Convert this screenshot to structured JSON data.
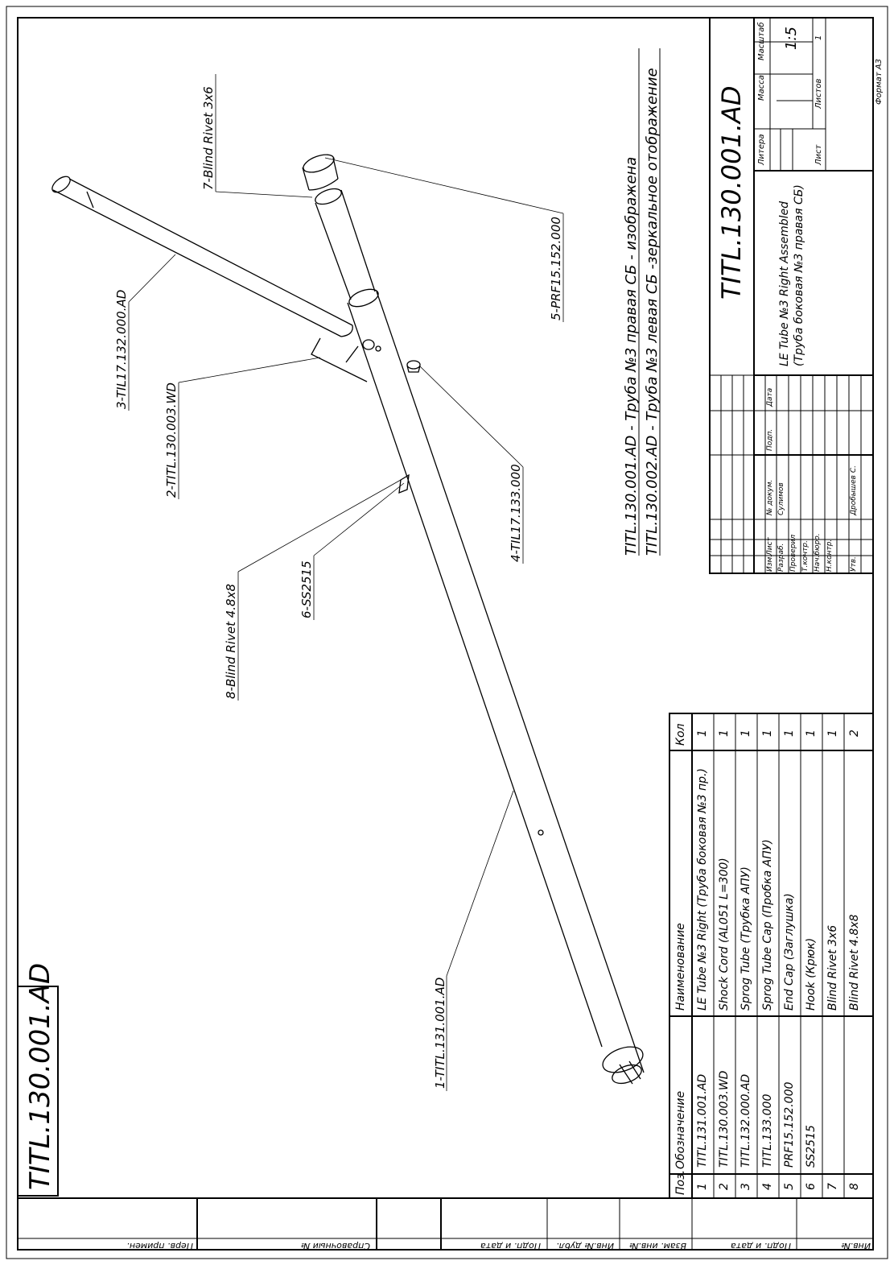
{
  "drawing": {
    "big_stamp": "TITL.130.001.AD",
    "designation": "TITL.130.001.AD",
    "name_line1": "LE Tube №3 Right Assembled",
    "name_line2": "(Труба боковая №3 правая СБ)",
    "note_line1": "TITL.130.001.AD - Труба №3 правая СБ - изображена",
    "note_line2": "TITL.130.002.AD - Труба №3 левая СБ -зеркальное отображение",
    "scale": "1:5",
    "sheet": "1",
    "format": "Формат А3"
  },
  "callouts": [
    {
      "id": "c1",
      "label": "1-TITL.131.001.AD"
    },
    {
      "id": "c2",
      "label": "2-TITL.130.003.WD"
    },
    {
      "id": "c3",
      "label": "3-TIL17.132.000.AD"
    },
    {
      "id": "c4",
      "label": "4-TIL17.133.000"
    },
    {
      "id": "c5",
      "label": "5-PRF15.152.000"
    },
    {
      "id": "c6",
      "label": "6-SS2515"
    },
    {
      "id": "c7",
      "label": "7-Blind Rivet 3x6"
    },
    {
      "id": "c8",
      "label": "8-Blind Rivet 4.8x8"
    }
  ],
  "bom": {
    "headers": {
      "pos": "Поз.",
      "designation": "Обозначение",
      "name": "Наименование",
      "qty": "Кол"
    },
    "rows": [
      {
        "pos": "1",
        "designation": "TITL.131.001.AD",
        "name": "LE Tube №3 Right (Труба боковая №3 пр.)",
        "qty": "1"
      },
      {
        "pos": "2",
        "designation": "TITL.130.003.WD",
        "name": "Shock Cord (AL051 L=300)",
        "qty": "1"
      },
      {
        "pos": "3",
        "designation": "TITL.132.000.AD",
        "name": "Sprog Tube (Трубка АПУ)",
        "qty": "1"
      },
      {
        "pos": "4",
        "designation": "TITL.133.000",
        "name": "Sprog Tube Cap (Пробка АПУ)",
        "qty": "1"
      },
      {
        "pos": "5",
        "designation": "PRF15.152.000",
        "name": "End Cap (Заглушка)",
        "qty": "1"
      },
      {
        "pos": "6",
        "designation": "SS2515",
        "name": "Hook (Крюк)",
        "qty": "1"
      },
      {
        "pos": "7",
        "designation": "",
        "name": "Blind Rivet 3x6",
        "qty": "1"
      },
      {
        "pos": "8",
        "designation": "",
        "name": "Blind Rivet 4.8x8",
        "qty": "2"
      }
    ]
  },
  "title_block": {
    "hdr_izm": "Изм.",
    "hdr_list": "Лист",
    "hdr_doc": "№ докум.",
    "hdr_podp": "Подп.",
    "hdr_data": "Дата",
    "role_razrab": "Разраб.",
    "role_prover": "Проверил",
    "role_tkontr": "Т.контр.",
    "role_nachbyuro": "Нач.бюро.",
    "role_nkontr": "Н.контр.",
    "role_utv": "Утв.",
    "name_razrab": "Сулимов",
    "name_utv": "Дробышев С.",
    "lbl_litera": "Литера",
    "lbl_massa": "Масса",
    "lbl_masshtab": "Масштаб",
    "lbl_list": "Лист",
    "lbl_listov": "Листов"
  },
  "margin_strip": {
    "perv_prim": "Перв. примен.",
    "sprav_no": "Справочный №",
    "podp_data_1": "Подп. и дата",
    "inv_dubl": "Инв.№ дубл.",
    "vzam_inv": "Взам. инв.№",
    "podp_data_2": "Подп. и дата",
    "inv_podl": "Инв.№"
  }
}
